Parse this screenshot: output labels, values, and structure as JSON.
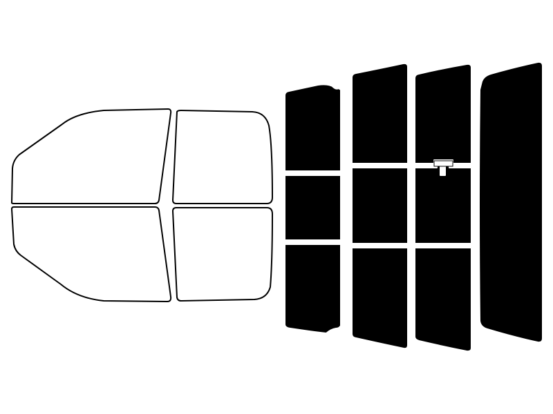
{
  "colors": {
    "background": "#ffffff",
    "outline": "#000000",
    "tint": "#000000"
  },
  "side_view": {
    "panes": [
      {
        "id": "front-door-upper",
        "tinted": false
      },
      {
        "id": "rear-door-upper",
        "tinted": false
      },
      {
        "id": "front-door-lower",
        "tinted": false
      },
      {
        "id": "rear-door-lower",
        "tinted": false
      }
    ]
  },
  "rear_view": {
    "columns": [
      {
        "id": "column-1",
        "segments": 3,
        "tinted": true
      },
      {
        "id": "column-2",
        "segments": 3,
        "tinted": true
      },
      {
        "id": "column-3",
        "segments": 3,
        "tinted": true,
        "feature": "third-brake-light-notch"
      },
      {
        "id": "column-4",
        "segments": 1,
        "tinted": true
      }
    ]
  }
}
